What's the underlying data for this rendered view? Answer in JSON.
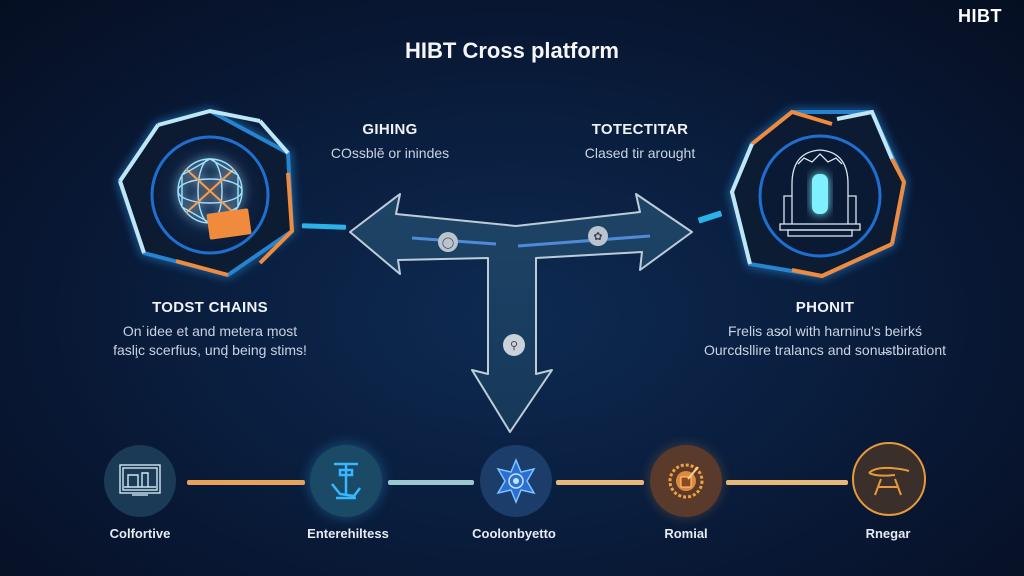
{
  "header": {
    "brand": "HIBT",
    "title": "HIBT Cross platform"
  },
  "hubs": {
    "left": {
      "icon": "geodesic-sphere-icon",
      "accent": "#f08a3c",
      "glow": "#3aa0ff"
    },
    "right": {
      "icon": "gateway-portal-icon",
      "accent": "#f08a3c",
      "glow": "#3aa0ff"
    }
  },
  "arrow": {
    "directions": [
      "left",
      "right",
      "down"
    ],
    "badges": [
      {
        "name": "shield-badge-icon"
      },
      {
        "name": "leaf-badge-icon"
      },
      {
        "name": "search-badge-icon"
      }
    ]
  },
  "labels": {
    "top_left": {
      "title": "GIHING",
      "desc": "COssblĕ or inindes"
    },
    "top_right": {
      "title": "TOTECTITAR",
      "desc": "Clased tir arought"
    },
    "bottom_left": {
      "title": "TODST CHAINS",
      "desc_lines": [
        "On˙idee et and metera ṃost",
        "fasli̧c scerfius, und̨ being stims!"
      ]
    },
    "bottom_right": {
      "title": "PHONIT",
      "desc_lines": [
        "Frelis as̷ol with harninu's beirkś",
        "Ourcdsllire tralancs and sonu̶stbirationt"
      ]
    }
  },
  "timeline": {
    "nodes": [
      {
        "label": "Colfortive",
        "icon": "monitor-chart-icon",
        "color": "#9fd6f0"
      },
      {
        "label": "Enterehiltess",
        "icon": "anchor-icon",
        "color": "#38b6ff"
      },
      {
        "label": "Coolonbyetto",
        "icon": "star-emblem-icon",
        "color": "#4ea8ff"
      },
      {
        "label": "Romial",
        "icon": "sun-gear-icon",
        "color": "#f0a040"
      },
      {
        "label": "Rnegar",
        "icon": "bridge-icon",
        "color": "#e89a3a"
      }
    ],
    "connectors": [
      "#e8a35a",
      "#9cc9d0",
      "#e8b87a",
      "#e8b87a"
    ]
  },
  "colors": {
    "background": "#0a1f40",
    "cyan": "#2ab3e8",
    "orange": "#f08a3c"
  }
}
